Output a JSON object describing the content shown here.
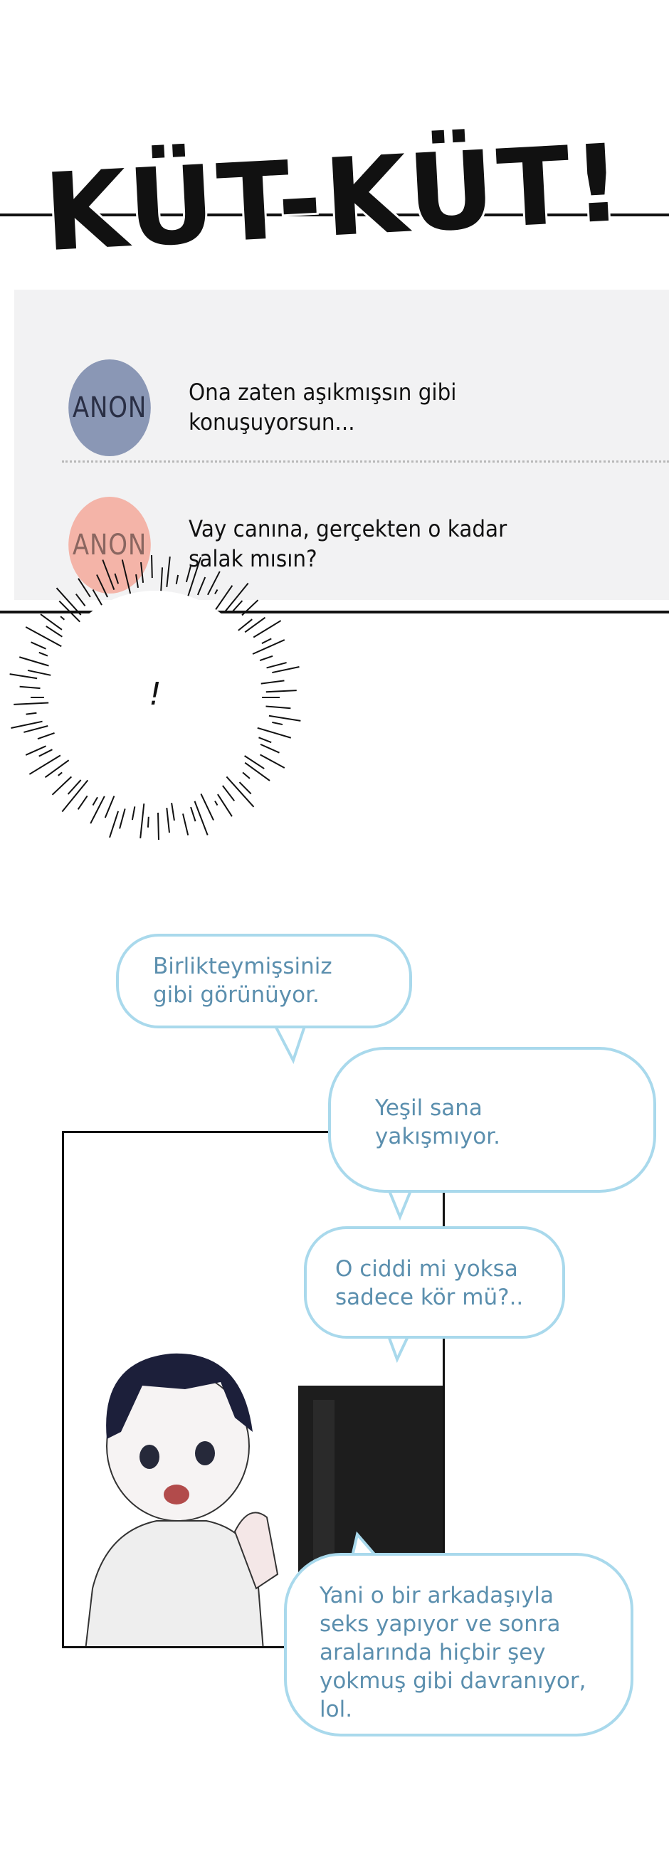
{
  "sfx": {
    "text": "KÜT-KÜT!"
  },
  "comments": [
    {
      "avatar_label": "ANON",
      "avatar_color": "#8a97b5",
      "text": "Ona zaten aşıkmışsın gibi\nkonuşuyorsun..."
    },
    {
      "avatar_label": "ANON",
      "avatar_color": "#f4b4a8",
      "text": "Vay canına, gerçekten o kadar\nsalak mısın?"
    }
  ],
  "burst": {
    "text": "!"
  },
  "bubbles": [
    {
      "text": "Birlikteymişsiniz\ngibi görünüyor."
    },
    {
      "text": "Yeşil sana\nyakışmıyor."
    },
    {
      "text": "O ciddi mi yoksa\nsadece kör mü?.."
    },
    {
      "text": "Yani o bir arkadaşıyla\nseks yapıyor ve sonra\naralarında hiçbir şey\nyokmuş gibi davranıyor,\nlol."
    }
  ],
  "colors": {
    "bubble_border": "#a9d9ec",
    "bubble_text": "#5b8fae",
    "panel_bg": "#f2f2f3"
  }
}
